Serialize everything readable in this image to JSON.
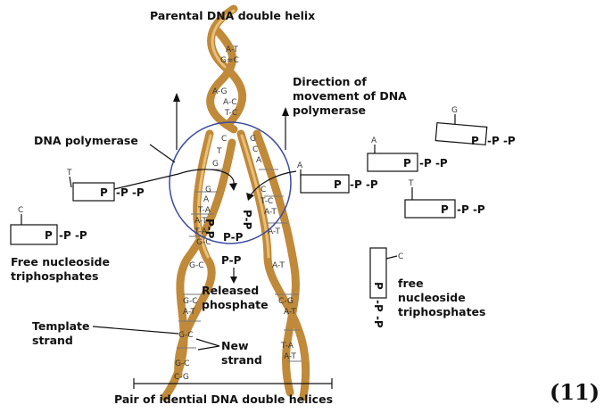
{
  "labels": {
    "parental": "Parental DNA double helix",
    "direction_1": "Direction of",
    "direction_2": "movement of DNA",
    "direction_3": "polymerase",
    "polymerase": "DNA polymerase",
    "free_left_1": "Free nucleoside",
    "free_left_2": "triphosphates",
    "free_right_1": "free",
    "free_right_2": "nucleoside",
    "free_right_3": "triphosphates",
    "released_1": "Released",
    "released_2": "phosphate",
    "template_1": "Template",
    "template_2": "strand",
    "new_1": "New",
    "new_2": "strand",
    "pair": "Pair of idential DNA double helices",
    "figure_number": "(11)"
  },
  "phosphates": {
    "pp": "P-P",
    "p": "P",
    "tail": "-P -P",
    "released_pp": "P - P"
  },
  "nucleotides": {
    "t_left": "T",
    "c_left": "C",
    "a_mid": "A",
    "g_right": "G",
    "a_right": "A",
    "t_right": "T",
    "c_right": "C"
  },
  "colors": {
    "strand": "#c08a3a",
    "polymerase_circle": "#3b4aa0"
  }
}
